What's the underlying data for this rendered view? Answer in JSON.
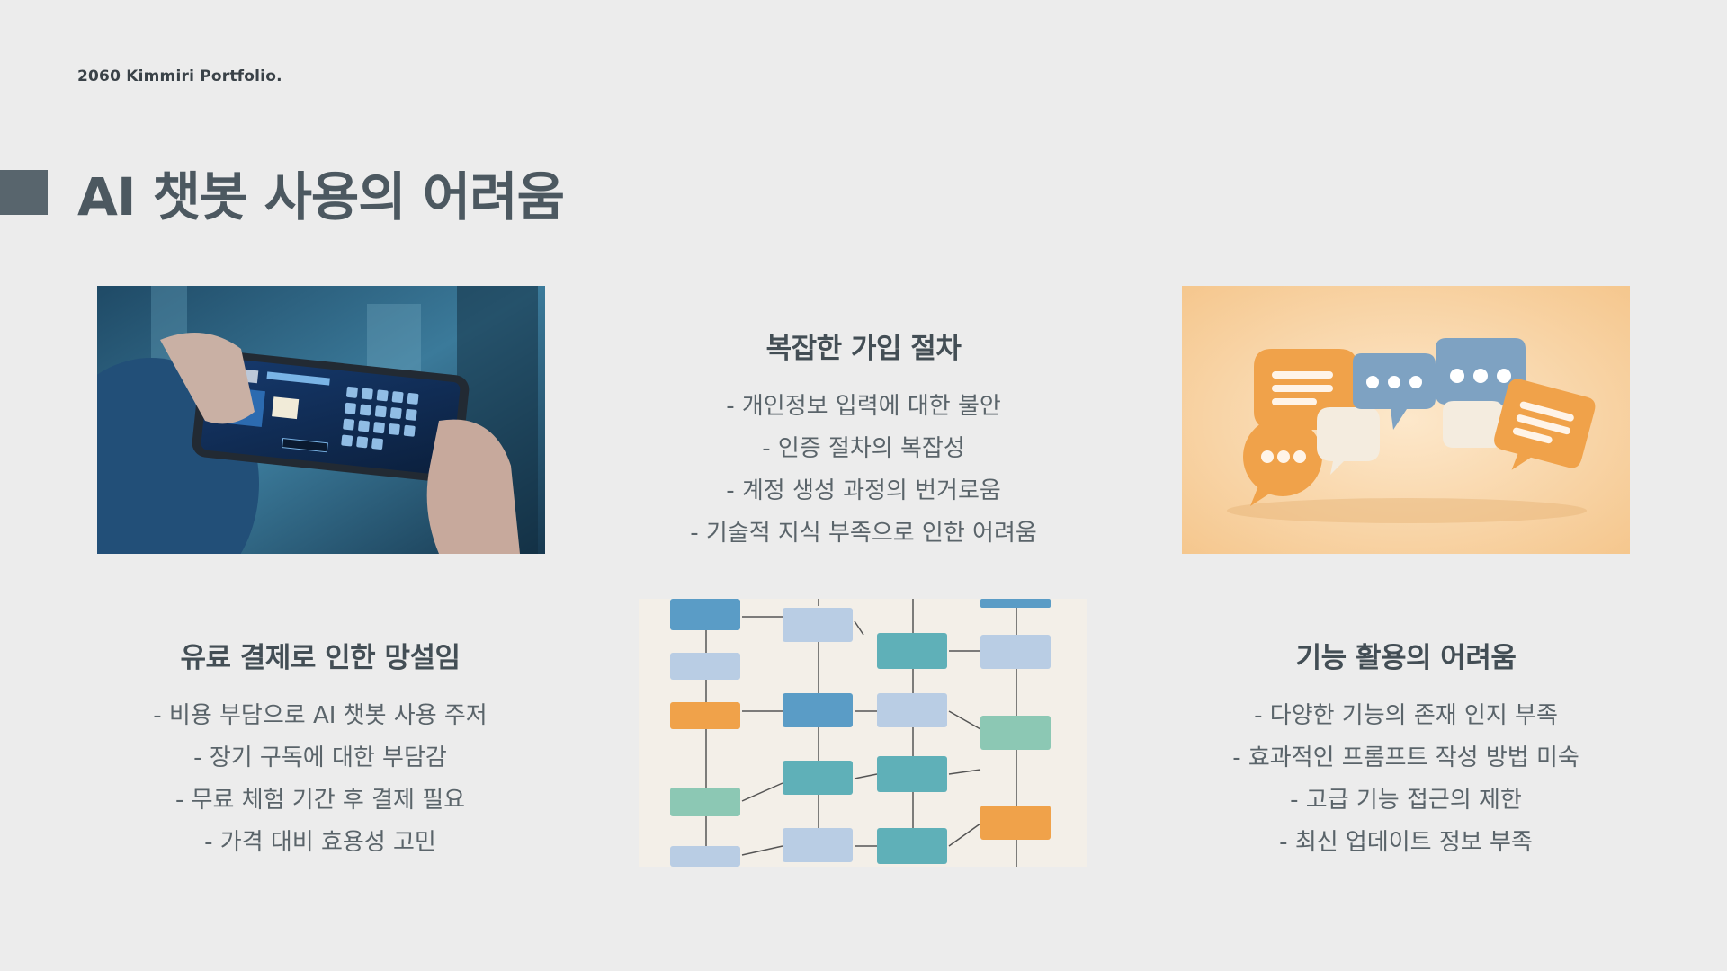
{
  "brand": "2060 Kimmiri Portfolio.",
  "title": "AI 챗봇 사용의 어려움",
  "sections": [
    {
      "heading": "복잡한 가입 절차",
      "items": [
        "- 개인정보 입력에 대한 불안",
        "- 인증 절차의 복잡성",
        "- 계정 생성 과정의 번거로움",
        "- 기술적 지식 부족으로 인한 어려움"
      ]
    },
    {
      "heading": "유료 결제로 인한 망설임",
      "items": [
        "- 비용 부담으로 AI 챗봇 사용 주저",
        "- 장기 구독에 대한 부담감",
        "- 무료 체험 기간 후 결제 필요",
        "- 가격 대비 효용성 고민"
      ]
    },
    {
      "heading": "기능 활용의 어려움",
      "items": [
        "- 다양한 기능의 존재 인지 부족",
        "- 효과적인 프롬프트 작성 방법 미숙",
        "- 고급 기능 접근의 제한",
        "- 최신 업데이트 정보 부족"
      ]
    }
  ],
  "colors": {
    "background": "#ececec",
    "accent": "#58656d",
    "orange": "#f0a24a",
    "blue": "#7ea2c2"
  }
}
